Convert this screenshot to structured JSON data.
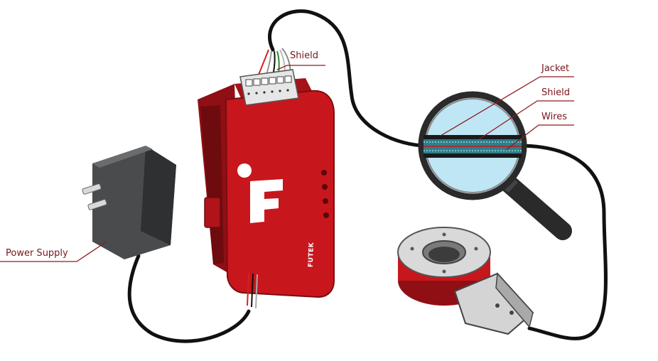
{
  "labels": {
    "shield_top": "Shield",
    "jacket": "Jacket",
    "shield_mag": "Shield",
    "wires": "Wires",
    "power_supply": "Power Supply"
  },
  "device": {
    "brand": "FUTEK"
  },
  "colors": {
    "accent": "#c8161d",
    "accent_dark": "#8f0f14",
    "label_text": "#7a1518",
    "cable": "#111111",
    "lens": "#bfe6f5",
    "adapter": "#57585a"
  }
}
